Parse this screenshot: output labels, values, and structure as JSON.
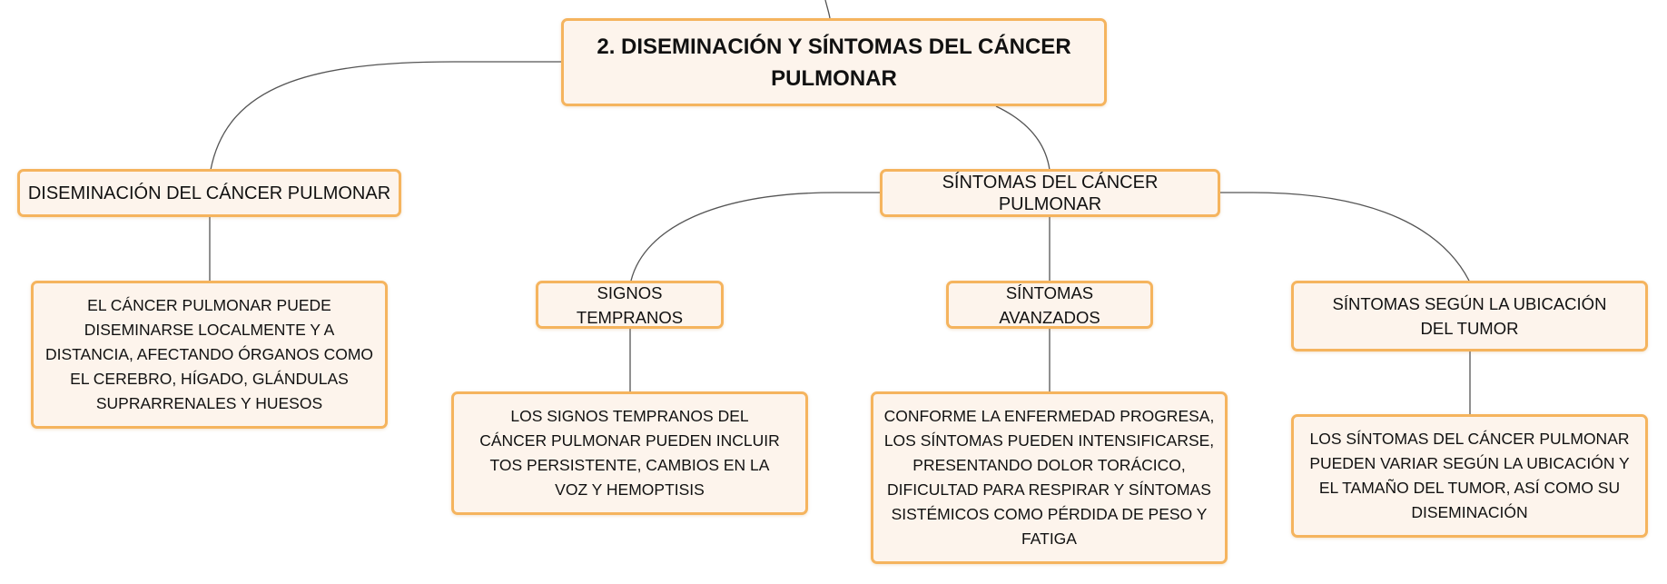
{
  "diagram": {
    "title": "2. DISEMINACIÓN Y SÍNTOMAS DEL CÁNCER PULMONAR",
    "nodes": {
      "dissemination": "DISEMINACIÓN DEL CÁNCER PULMONAR",
      "dissemination_detail": "EL CÁNCER PULMONAR PUEDE DISEMINARSE LOCALMENTE Y A DISTANCIA, AFECTANDO ÓRGANOS COMO EL CEREBRO, HÍGADO, GLÁNDULAS SUPRARRENALES Y HUESOS",
      "symptoms": "SÍNTOMAS DEL CÁNCER PULMONAR",
      "early_signs": "SIGNOS TEMPRANOS",
      "early_signs_detail": "LOS SIGNOS TEMPRANOS DEL CÁNCER PULMONAR PUEDEN INCLUIR TOS PERSISTENTE, CAMBIOS EN LA VOZ Y HEMOPTISIS",
      "advanced_symptoms": "SÍNTOMAS AVANZADOS",
      "advanced_symptoms_detail": "CONFORME LA ENFERMEDAD PROGRESA, LOS SÍNTOMAS PUEDEN INTENSIFICARSE, PRESENTANDO DOLOR TORÁCICO, DIFICULTAD PARA RESPIRAR Y SÍNTOMAS SISTÉMICOS COMO PÉRDIDA DE PESO Y FATIGA",
      "location_symptoms": "SÍNTOMAS SEGÚN LA UBICACIÓN DEL TUMOR",
      "location_symptoms_detail": "LOS SÍNTOMAS DEL CÁNCER PULMONAR PUEDEN VARIAR SEGÚN LA UBICACIÓN Y EL TAMAÑO DEL TUMOR, ASÍ COMO SU DISEMINACIÓN"
    }
  },
  "colors": {
    "node_fill": "#fdf4ec",
    "node_border": "#f5b45e",
    "connector": "#555555",
    "text": "#111111"
  }
}
